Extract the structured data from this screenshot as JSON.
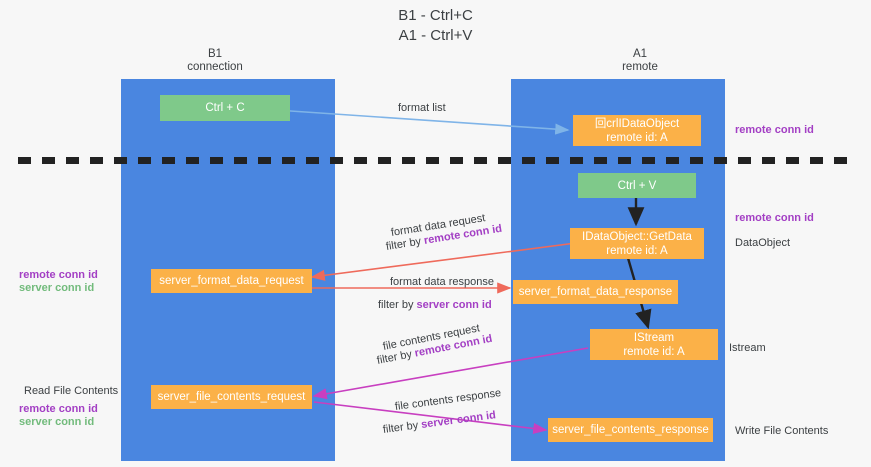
{
  "title": "B1 - Ctrl+C\nA1 - Ctrl+V",
  "columns": [
    {
      "id": "b1",
      "label": "B1\nconnection"
    },
    {
      "id": "a1",
      "label": "A1\nremote"
    }
  ],
  "nodes": [
    {
      "id": "ctrl-c",
      "label": "Ctrl + C",
      "color": "#7fc98a"
    },
    {
      "id": "idataobject-remote",
      "label": "回crlIDataObject\nremote id: A",
      "color": "#fbb148"
    },
    {
      "id": "ctrl-v",
      "label": "Ctrl + V",
      "color": "#7fc98a"
    },
    {
      "id": "idataobject-getdata",
      "label": "IDataObject::GetData\nremote id: A",
      "color": "#fbb148"
    },
    {
      "id": "server-format-data-request",
      "label": "server_format_data_request",
      "color": "#fbb148"
    },
    {
      "id": "server-format-data-response",
      "label": "server_format_data_response",
      "color": "#fbb148"
    },
    {
      "id": "istream-remote",
      "label": "IStream\nremote id: A",
      "color": "#fbb148"
    },
    {
      "id": "server-file-contents-request",
      "label": "server_file_contents_request",
      "color": "#fbb148"
    },
    {
      "id": "server-file-contents-response",
      "label": "server_file_contents_response",
      "color": "#fbb148"
    }
  ],
  "edges": [
    {
      "id": "format-list",
      "label": "format list",
      "filter": "",
      "color": "#7fb4e8"
    },
    {
      "id": "format-data-request",
      "label": "format data request",
      "filter": "remote conn id",
      "color": "#ef6a5b"
    },
    {
      "id": "format-data-response",
      "label": "format data response",
      "filter": "server conn id",
      "color": "#ef6a5b"
    },
    {
      "id": "file-contents-request",
      "label": "file contents request",
      "filter": "remote conn id",
      "color": "#c83fc0"
    },
    {
      "id": "file-contents-response",
      "label": "file contents response",
      "filter": "server conn id",
      "color": "#c83fc0"
    }
  ],
  "filter_prefix": "filter by ",
  "right_labels": [
    {
      "id": "right-remote-conn-id-top",
      "text": "remote conn id"
    },
    {
      "id": "right-remote-conn-id-middle",
      "text": "remote conn id"
    },
    {
      "id": "right-dataobject",
      "text": "DataObject"
    },
    {
      "id": "right-istream",
      "text": "Istream"
    },
    {
      "id": "right-write-file-contents",
      "text": "Write File Contents"
    }
  ],
  "left_labels": [
    {
      "id": "left-remote-conn-id-top",
      "text": "remote conn id"
    },
    {
      "id": "left-server-conn-id-top",
      "text": "server conn id"
    },
    {
      "id": "left-read-file-contents",
      "text": "Read File Contents"
    },
    {
      "id": "left-remote-conn-id-bot",
      "text": "remote conn id"
    },
    {
      "id": "left-server-conn-id-bot",
      "text": "server conn id"
    }
  ],
  "colors": {
    "lane": "#4a86e0",
    "green_node": "#7fc98a",
    "orange_node": "#fbb148",
    "purple_text": "#a33fc4",
    "green_text": "#72bb7c",
    "red_arrow": "#ef6a5b",
    "blue_arrow": "#7fb4e8",
    "magenta_arrow": "#c83fc0",
    "dark_arrow": "#222222",
    "background": "#f7f7f7",
    "text": "#3c4043"
  }
}
